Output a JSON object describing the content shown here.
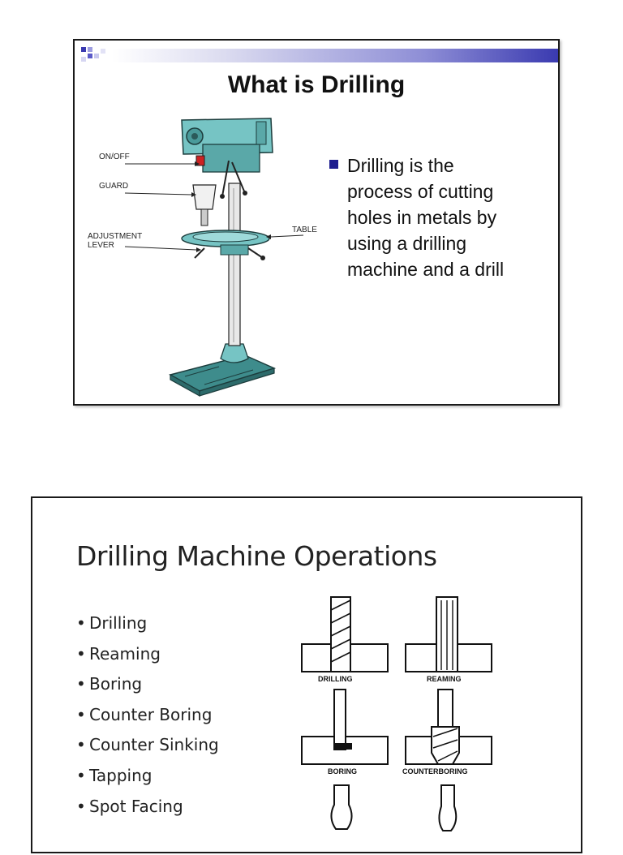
{
  "slide1": {
    "title": "What is Drilling",
    "labels": {
      "on_off": "ON/OFF",
      "guard": "GUARD",
      "adjustment": "ADJUSTMENT",
      "lever": "LEVER",
      "table": "TABLE"
    },
    "bullet": {
      "lines": [
        "Drilling is the",
        "process of cutting",
        "holes in metals by",
        "using a drilling",
        "machine and a drill"
      ]
    },
    "colors": {
      "machine": "#76c4c4",
      "bullet": "#1d1d8f",
      "band_end": "#3a3ab0"
    }
  },
  "slide2": {
    "title": "Drilling Machine Operations",
    "operations": [
      "Drilling",
      "Reaming",
      "Boring",
      "Counter Boring",
      "Counter Sinking",
      "Tapping",
      "Spot Facing"
    ],
    "figure_labels": [
      "DRILLING",
      "REAMING",
      "BORING",
      "COUNTERBORING"
    ]
  }
}
